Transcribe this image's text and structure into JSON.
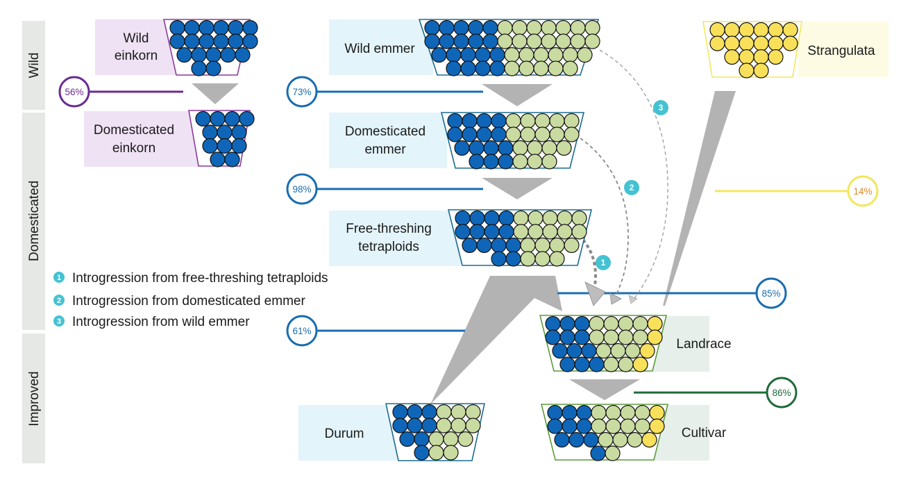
{
  "colors": {
    "A_genome": "#0f66b8",
    "B_genome": "#c9dba0",
    "D_genome": "#f8e05a",
    "arrow_gray": "#b3b3b3",
    "einkorn_purple": "#6a2c91",
    "emmer_blue": "#1a6db0",
    "strangulata_yellow": "#f3e75c",
    "strangulata_text": "#d98c2b",
    "bread_green": "#1f6b3a",
    "badge_teal": "#45c2d2",
    "stage_band": "#e6e8e6",
    "einkorn_bg": "#efe2f4",
    "emmer_bg": "#e3f4fb",
    "strangulata_bg": "#fdfbe3",
    "bread_bg": "#e6efe9"
  },
  "stages": [
    {
      "label": "Wild"
    },
    {
      "label": "Domesticated"
    },
    {
      "label": "Improved"
    }
  ],
  "populations": {
    "wild_einkorn": {
      "label_lines": [
        "Wild",
        "einkorn"
      ],
      "rows": [
        [
          "A",
          6
        ],
        [
          "A",
          6
        ],
        [
          "A",
          5
        ],
        [
          "A",
          2
        ]
      ]
    },
    "domesticated_einkorn": {
      "label_lines": [
        "Domesticated",
        "einkorn"
      ],
      "rows": [
        [
          "A",
          4
        ],
        [
          "A",
          3
        ],
        [
          "A",
          3
        ],
        [
          "A",
          2
        ]
      ]
    },
    "wild_emmer": {
      "label_lines": [
        "Wild emmer"
      ],
      "rows": [
        [
          "A",
          5,
          "B",
          7
        ],
        [
          "A",
          5,
          "B",
          7
        ],
        [
          "A",
          5,
          "B",
          6
        ],
        [
          "A",
          4,
          "B",
          5
        ]
      ]
    },
    "domesticated_emmer": {
      "label_lines": [
        "Domesticated",
        "emmer"
      ],
      "rows": [
        [
          "A",
          4,
          "B",
          5
        ],
        [
          "A",
          4,
          "B",
          5
        ],
        [
          "A",
          4,
          "B",
          4
        ],
        [
          "A",
          3,
          "B",
          3
        ]
      ]
    },
    "free_threshing": {
      "label_lines": [
        "Free-threshing",
        "tetraploids"
      ],
      "rows": [
        [
          "A",
          4,
          "B",
          5
        ],
        [
          "A",
          4,
          "B",
          5
        ],
        [
          "A",
          4,
          "B",
          4
        ],
        [
          "A",
          2,
          "B",
          3
        ]
      ]
    },
    "strangulata": {
      "label_lines": [
        "Strangulata"
      ],
      "rows": [
        [
          "D",
          6
        ],
        [
          "D",
          6
        ],
        [
          "D",
          4
        ],
        [
          "D",
          2
        ]
      ]
    },
    "landrace": {
      "label_lines": [
        "Landrace"
      ],
      "rows": [
        [
          "A",
          3,
          "B",
          4,
          "D",
          1
        ],
        [
          "A",
          3,
          "B",
          4,
          "D",
          1
        ],
        [
          "A",
          3,
          "B",
          3,
          "D",
          1
        ],
        [
          "A",
          3,
          "B",
          2,
          "D",
          1
        ]
      ]
    },
    "durum": {
      "label_lines": [
        "Durum"
      ],
      "rows": [
        [
          "A",
          3,
          "B",
          3
        ],
        [
          "A",
          3,
          "B",
          3
        ],
        [
          "A",
          2,
          "B",
          3
        ],
        [
          "A",
          1,
          "B",
          2
        ]
      ]
    },
    "cultivar": {
      "label_lines": [
        "Cultivar"
      ],
      "rows": [
        [
          "A",
          3,
          "B",
          4,
          "D",
          1
        ],
        [
          "A",
          3,
          "B",
          4,
          "D",
          1
        ],
        [
          "A",
          3,
          "B",
          3,
          "D",
          1
        ],
        [
          "A",
          1,
          "B",
          1
        ]
      ]
    }
  },
  "diversity_retained": [
    {
      "id": "einkorn",
      "value": "56%"
    },
    {
      "id": "emmer_domestication",
      "value": "73%"
    },
    {
      "id": "free_threshing",
      "value": "98%"
    },
    {
      "id": "durum",
      "value": "61%"
    },
    {
      "id": "landrace_tetraploid",
      "value": "85%"
    },
    {
      "id": "landrace_strangulata",
      "value": "14%"
    },
    {
      "id": "cultivar",
      "value": "86%"
    }
  ],
  "legend": [
    {
      "num": "1",
      "text": "Introgression from free-threshing tetraploids"
    },
    {
      "num": "2",
      "text": "Introgression from domesticated emmer"
    },
    {
      "num": "3",
      "text": "Introgression from wild emmer"
    }
  ],
  "badges": [
    "1",
    "2",
    "3"
  ]
}
